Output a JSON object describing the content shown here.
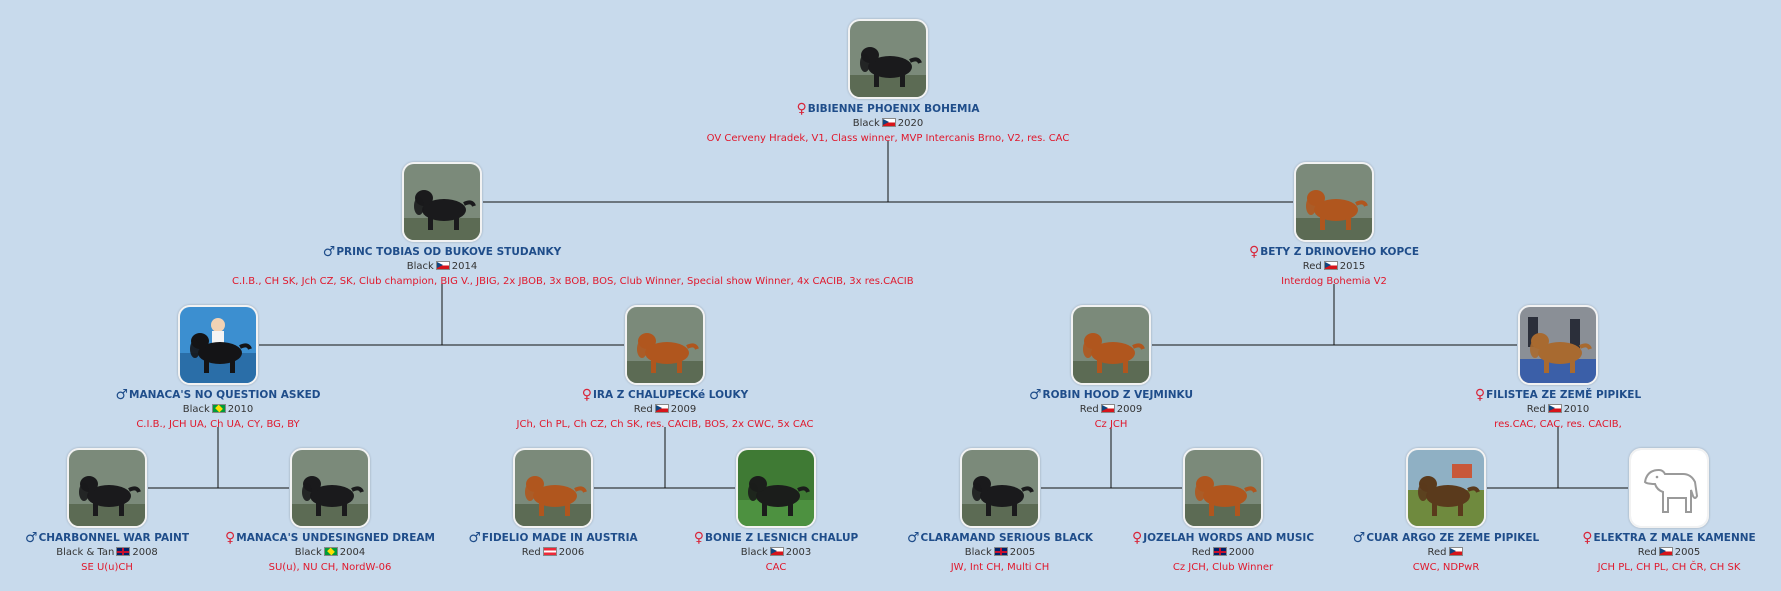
{
  "colors": {
    "background": "#c8daec",
    "name": "#1f4d8a",
    "titles": "#e0182c",
    "male": "#1f4d8a",
    "female": "#d8263a"
  },
  "dogs": [
    {
      "id": "bibienne",
      "name": "BIBIENNE PHOENIX BOHEMIA",
      "sex": "female",
      "sex_symbol": "♀",
      "color": "Black",
      "country": "cz",
      "year": "2020",
      "titles": "OV Cerveny Hradek, V1, Class winner, MVP Intercanis Brno, V2, res. CAC",
      "photo": "black-spaniel"
    },
    {
      "id": "princ",
      "name": "PRINC TOBIAS OD BUKOVE STUDANKY",
      "sex": "male",
      "sex_symbol": "♂",
      "color": "Black",
      "country": "cz",
      "year": "2014",
      "titles": "C.I.B., CH SK, Jch CZ, SK, Club champion, BIG V., JBIG, 2x JBOB, 3x BOB, BOS, Club Winner, Special show Winner, 4x CACIB, 3x res.CACIB",
      "photo": "black-spaniel"
    },
    {
      "id": "bety",
      "name": "BETY Z DRINOVEHO KOPCE",
      "sex": "female",
      "sex_symbol": "♀",
      "color": "Red",
      "country": "cz",
      "year": "2015",
      "titles": "Interdog Bohemia V2",
      "photo": "red-spaniel"
    },
    {
      "id": "manaca_nqa",
      "name": "MANACA'S NO QUESTION ASKED",
      "sex": "male",
      "sex_symbol": "♂",
      "color": "Black",
      "country": "br",
      "year": "2010",
      "titles": "C.I.B., JCH UA, Ch UA, CY, BG, BY",
      "photo": "show-black"
    },
    {
      "id": "ira",
      "name": "IRA Z CHALUPECKé LOUKY",
      "sex": "female",
      "sex_symbol": "♀",
      "color": "Red",
      "country": "cz",
      "year": "2009",
      "titles": "JCh, Ch PL, Ch CZ, Ch SK, res. CACIB, BOS, 2x CWC, 5x CAC",
      "photo": "red-spaniel"
    },
    {
      "id": "robin",
      "name": "ROBIN HOOD Z VEJMINKU",
      "sex": "male",
      "sex_symbol": "♂",
      "color": "Red",
      "country": "cz",
      "year": "2009",
      "titles": "Cz JCH",
      "photo": "red-spaniel"
    },
    {
      "id": "filistea",
      "name": "FILISTEA ZE ZEMĚ PIPIKEL",
      "sex": "female",
      "sex_symbol": "♀",
      "color": "Red",
      "country": "cz",
      "year": "2010",
      "titles": "res.CAC, CAC, res. CACIB,",
      "photo": "show-red"
    },
    {
      "id": "charbonnel",
      "name": "CHARBONNEL WAR PAINT",
      "sex": "male",
      "sex_symbol": "♂",
      "color": "Black & Tan",
      "country": "gb",
      "year": "2008",
      "titles": "SE U(u)CH",
      "photo": "black-spaniel"
    },
    {
      "id": "manaca_ud",
      "name": "MANACA'S UNDESINGNED DREAM",
      "sex": "female",
      "sex_symbol": "♀",
      "color": "Black",
      "country": "br",
      "year": "2004",
      "titles": "SU(u), NU CH, NordW-06",
      "photo": "black-spaniel"
    },
    {
      "id": "fidelio",
      "name": "FIDELIO MADE IN AUSTRIA",
      "sex": "male",
      "sex_symbol": "♂",
      "color": "Red",
      "country": "at",
      "year": "2006",
      "titles": "",
      "photo": "red-spaniel"
    },
    {
      "id": "bonie",
      "name": "BONIE Z LESNICH CHALUP",
      "sex": "female",
      "sex_symbol": "♀",
      "color": "Black",
      "country": "cz",
      "year": "2003",
      "titles": "CAC",
      "photo": "black-grass"
    },
    {
      "id": "claramand",
      "name": "CLARAMAND SERIOUS BLACK",
      "sex": "male",
      "sex_symbol": "♂",
      "color": "Black",
      "country": "gb",
      "year": "2005",
      "titles": "JW, Int CH, Multi CH",
      "photo": "black-spaniel"
    },
    {
      "id": "jozelah",
      "name": "JOZELAH WORDS AND MUSIC",
      "sex": "female",
      "sex_symbol": "♀",
      "color": "Red",
      "country": "gb",
      "year": "2000",
      "titles": "Cz JCH, Club Winner",
      "photo": "red-spaniel"
    },
    {
      "id": "cuar",
      "name": "CUAR ARGO ZE ZEME PIPIKEL",
      "sex": "male",
      "sex_symbol": "♂",
      "color": "Red",
      "country": "cz",
      "year": "",
      "titles": "CWC, NDPwR",
      "photo": "field-dog"
    },
    {
      "id": "elektra",
      "name": "ELEKTRA Z MALE KAMENNE",
      "sex": "female",
      "sex_symbol": "♀",
      "color": "Red",
      "country": "cz",
      "year": "2005",
      "titles": "JCH PL, CH PL, CH ČR, CH SK",
      "photo": "placeholder-dog"
    }
  ]
}
